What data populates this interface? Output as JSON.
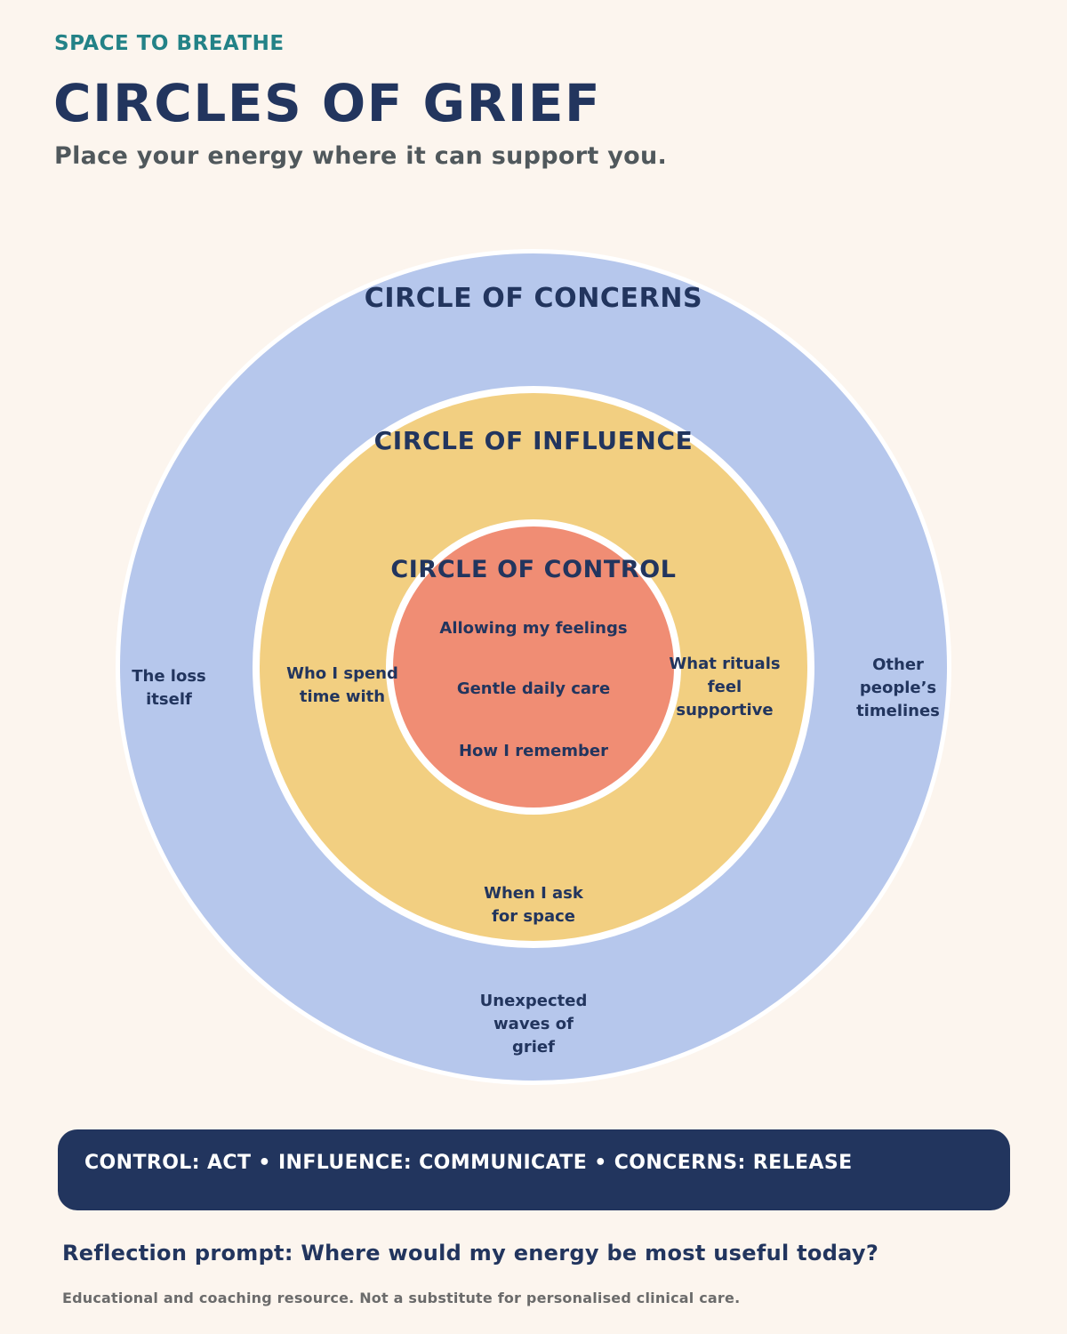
{
  "header": {
    "eyebrow": "SPACE TO BREATHE",
    "title": "CIRCLES OF GRIEF",
    "subtitle": "Place your energy where it can support you."
  },
  "colors": {
    "background": "#fcf5ee",
    "concerns": "#b6c7ec",
    "influence": "#f2cf81",
    "control": "#f08d74",
    "navy": "#22355e",
    "teal": "#238287"
  },
  "diagram": {
    "concerns": {
      "title": "CIRCLE OF CONCERNS",
      "items": [
        "The loss\nitself",
        "Other\npeople’s\ntimelines",
        "Unexpected\nwaves of\ngrief"
      ]
    },
    "influence": {
      "title": "CIRCLE OF INFLUENCE",
      "items": [
        "Who I spend\ntime with",
        "What rituals\nfeel\nsupportive",
        "When I ask\nfor space"
      ]
    },
    "control": {
      "title": "CIRCLE OF CONTROL",
      "items": [
        "Allowing my feelings",
        "Gentle daily care",
        "How I remember"
      ]
    }
  },
  "banner": {
    "text": "CONTROL: ACT • INFLUENCE: COMMUNICATE • CONCERNS: RELEASE"
  },
  "footer": {
    "prompt": "Reflection prompt: Where would my energy be most useful today?",
    "disclaimer": "Educational and coaching resource. Not a substitute for personalised clinical care."
  }
}
